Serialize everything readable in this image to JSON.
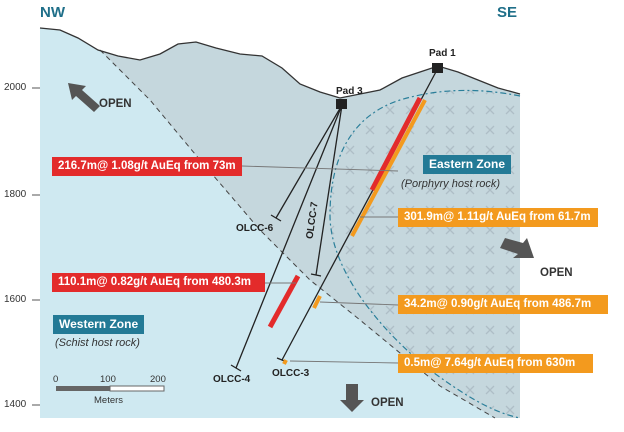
{
  "directions": {
    "left": "NW",
    "right": "SE"
  },
  "elevations": [
    "2000",
    "1800",
    "1600",
    "1400"
  ],
  "pads": {
    "pad1": "Pad 1",
    "pad3": "Pad 3"
  },
  "holes": {
    "olcc6": "OLCC-6",
    "olcc7": "OLCC-7",
    "olcc4": "OLCC-4",
    "olcc3": "OLCC-3"
  },
  "zones": {
    "eastern": {
      "name": "Eastern Zone",
      "rock": "(Porphyry host rock)"
    },
    "western": {
      "name": "Western Zone",
      "rock": "(Schist host rock)"
    }
  },
  "intercepts": {
    "i1": "216.7m@ 1.08g/t AuEq from 73m",
    "i2": "301.9m@ 1.11g/t AuEq from 61.7m",
    "i3": "110.1m@ 0.82g/t AuEq from 480.3m",
    "i4": "34.2m@ 0.90g/t AuEq from 486.7m",
    "i5": "0.5m@ 7.64g/t AuEq from 630m"
  },
  "open_labels": {
    "top_left": "OPEN",
    "right": "OPEN",
    "bottom": "OPEN"
  },
  "scale": {
    "t0": "0",
    "t1": "100",
    "t2": "200",
    "unit": "Meters"
  },
  "colors": {
    "red": "#e32b2b",
    "orange": "#f39a1e",
    "zone_teal": "#237a96",
    "light_blue": "#cfe9f1",
    "grey_fill": "#c5d7dd",
    "label_blue": "#1f6f89"
  }
}
